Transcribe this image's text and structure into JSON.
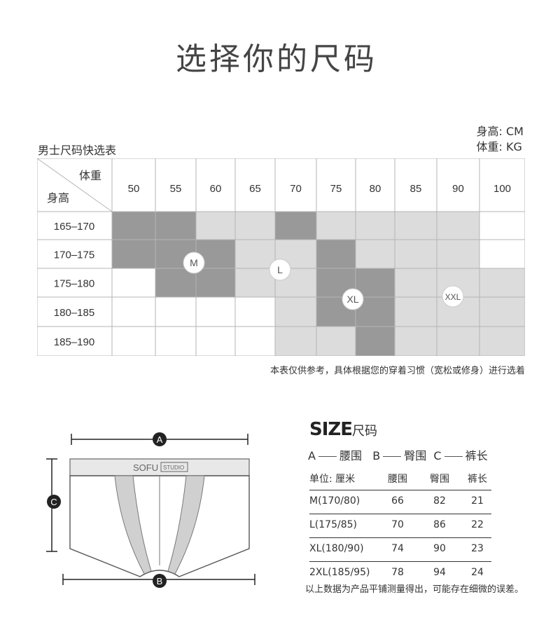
{
  "title": "选择你的尺码",
  "chart": {
    "label": "男士尺码快选表",
    "unit_height": "身高: CM",
    "unit_weight": "体重: KG",
    "corner_weight": "体重",
    "corner_height": "身高",
    "weights": [
      "50",
      "55",
      "60",
      "65",
      "70",
      "75",
      "80",
      "85",
      "90",
      "100"
    ],
    "heights": [
      "165–170",
      "170–175",
      "175–180",
      "180–185",
      "185–190"
    ],
    "size_markers": [
      "M",
      "L",
      "XL",
      "XXL"
    ],
    "note": "本表仅供参考，具体根据您的穿着习惯（宽松或修身）进行选着",
    "colors": {
      "dark": "#999999",
      "light": "#dcdcdc",
      "grid": "#b5b5b5"
    }
  },
  "diagram": {
    "brand": "SOFU",
    "brand_sub": "STUDIO",
    "marker_a": "A",
    "marker_b": "B",
    "marker_c": "C"
  },
  "size_table": {
    "heading_big": "SIZE",
    "heading_small": "尺码",
    "legend": [
      {
        "letter": "A",
        "label": "腰围"
      },
      {
        "letter": "B",
        "label": "臀围"
      },
      {
        "letter": "C",
        "label": "裤长"
      }
    ],
    "headers": [
      "单位: 厘米",
      "腰围",
      "臀围",
      "裤长"
    ],
    "rows": [
      [
        "M(170/80)",
        "66",
        "82",
        "21"
      ],
      [
        "L(175/85)",
        "70",
        "86",
        "22"
      ],
      [
        "XL(180/90)",
        "74",
        "90",
        "23"
      ],
      [
        "2XL(185/95)",
        "78",
        "94",
        "24"
      ]
    ],
    "footnote": "以上数据为产品平铺测量得出，可能存在细微的误差。"
  }
}
